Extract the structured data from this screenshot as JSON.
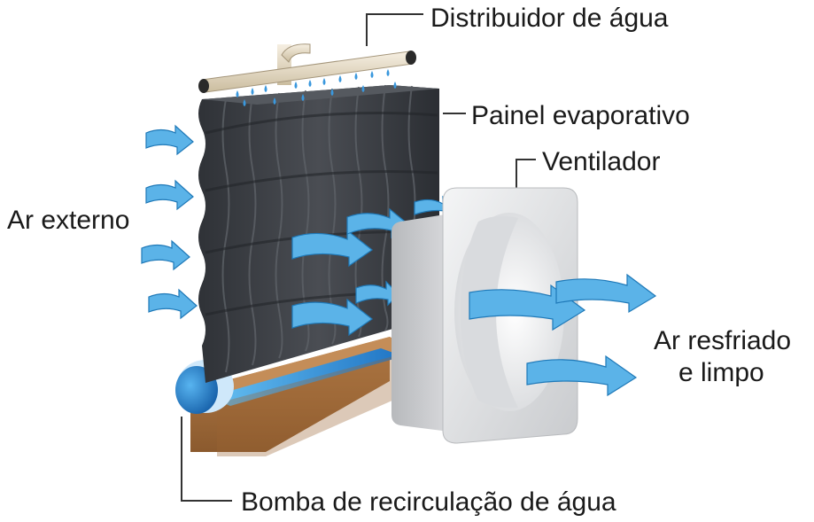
{
  "labels": {
    "distributor": "Distribuidor de água",
    "panel": "Painel evaporativo",
    "fan": "Ventilador",
    "outside_air": "Ar externo",
    "cooled_air_line1": "Ar resfriado",
    "cooled_air_line2": "e limpo",
    "pump": "Bomba de recirculação de água"
  },
  "colors": {
    "arrow": "#5bb3e8",
    "arrow_stroke": "#1f79b8",
    "panel": "#3e4147",
    "fan_frame": "#e6e7e8",
    "tray": "#a56a38",
    "water": "#2f8fd6",
    "pipe": "#e9dcc5",
    "drop": "#3a98dd"
  }
}
